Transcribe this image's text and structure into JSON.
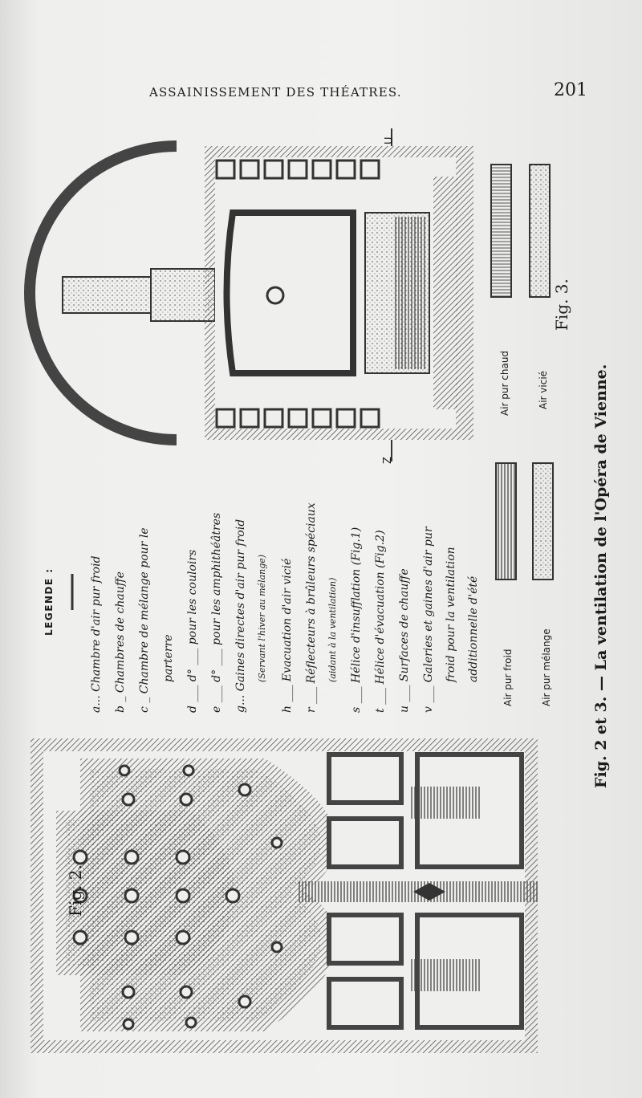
{
  "header": {
    "running_title": "ASSAINISSEMENT DES THÉATRES.",
    "page_number": "201"
  },
  "caption": "Fig. 2 et 3. — La ventilation de l'Opéra de Vienne.",
  "figures": {
    "fig2_label": "Fig. 2.",
    "fig3_label": "Fig. 3."
  },
  "legend": {
    "title": "LEGENDE :",
    "items": [
      "a... Chambre d'air pur froid",
      "b _ Chambres de chauffe",
      "c _ Chambre de mélange pour le",
      "parterre",
      "d ___ d° ___ pour les couloirs",
      "e ___ d° ___ pour les amphithéâtres",
      "g... Gaines directes d'air pur froid",
      "(Servant l'hiver au mélange)",
      "h ___ Evacuation d'air vicié",
      "r ___ Réflecteurs à brûleurs spéciaux",
      "(aidant à la ventilation)",
      "s ___ Hélice d'insufflation (Fig.1)",
      "t ___ Hélice d'évacuation (Fig.2)",
      "u ___ Surfaces de chauffe",
      "v ___ Galeries et gaines d'air pur",
      "froid pour la ventilation",
      "additionnelle d'été"
    ],
    "swatches": {
      "air_froid": "Air pur froid",
      "air_melange": "Air pur mélange",
      "air_chaud": "Air pur chaud",
      "air_vicie": "Air vicié"
    },
    "markers": {
      "u": "U",
      "z": "Z"
    }
  },
  "colors": {
    "paper": "#efefed",
    "ink": "#1c1c1c",
    "hatch": "#6b6b6b"
  }
}
